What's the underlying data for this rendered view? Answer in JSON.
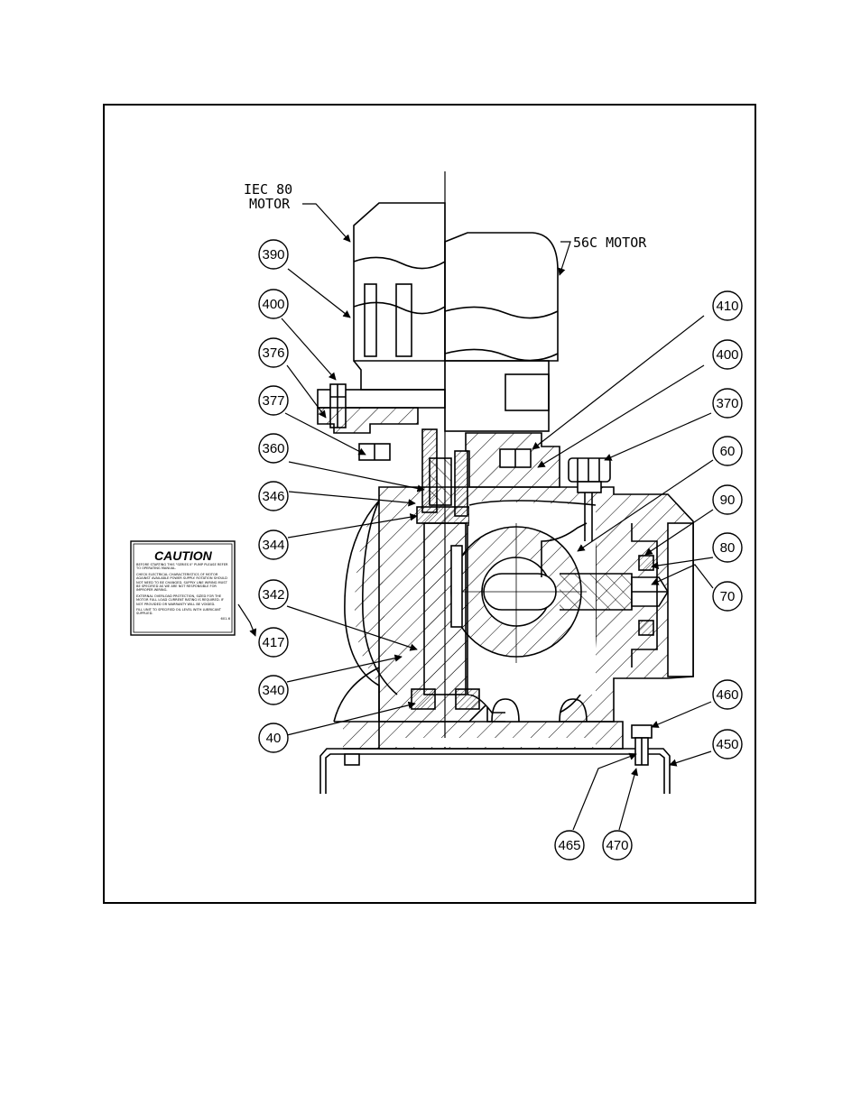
{
  "labels": {
    "iec_motor_line1": "IEC 80",
    "iec_motor_line2": "MOTOR",
    "c56_motor": "56C MOTOR"
  },
  "callouts": {
    "c390": "390",
    "c400a": "400",
    "c376": "376",
    "c377": "377",
    "c360": "360",
    "c346": "346",
    "c344": "344",
    "c342": "342",
    "c340": "340",
    "c40": "40",
    "c410": "410",
    "c400b": "400",
    "c370": "370",
    "c60": "60",
    "c90": "90",
    "c80": "80",
    "c70": "70",
    "c460": "460",
    "c450": "450",
    "c465": "465",
    "c470": "470",
    "c417": "417"
  },
  "caution_label": {
    "title": "CAUTION",
    "intro": "BEFORE STARTING THIS \"SERIES II\" PUMP PLEASE REFER TO OPERATING MANUAL.",
    "item1": "CHECK ELECTRICAL CHARACTERISTICS OF MOTOR AGAINST AVAILABLE POWER SUPPLY. ROTATION SHOULD NOT NEED TO BE CHANGED. SUPPLY LINE WIRING MUST BE SPECIFIED AS WE ARE NOT RESPONSIBLE FOR IMPROPER WIRING.",
    "item2": "EXTERNAL OVERLOAD PROTECTION, SIZED FOR THE MOTOR FULL LOAD CURRENT RATING IS REQUIRED. IF NOT PROVIDED OR WARRANTY WILL BE VOIDED.",
    "item3": "FILL UNIT TO SPECIFIED OIL LEVEL WITH LUBRICANT SUPPLIED.",
    "part_no": "601-6"
  }
}
